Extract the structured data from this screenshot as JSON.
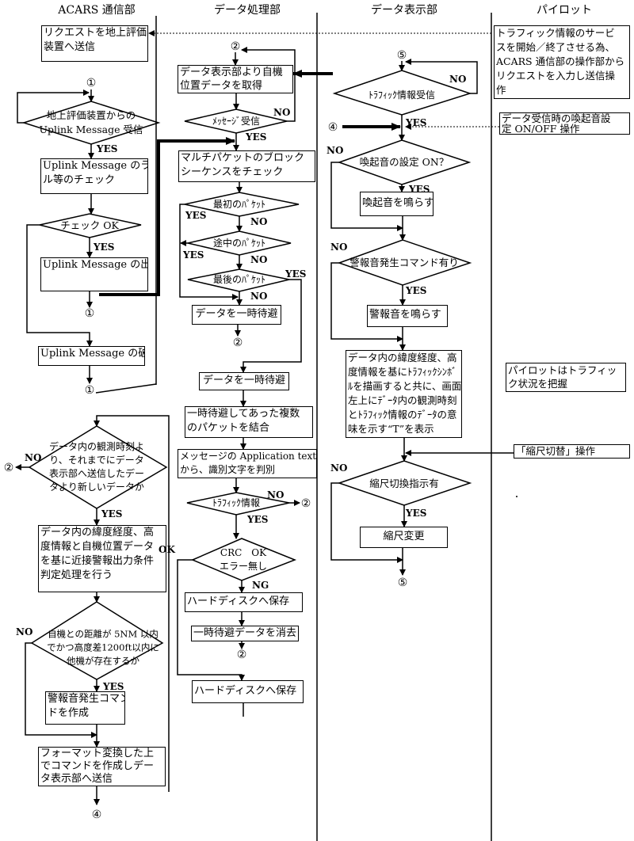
{
  "headers": {
    "acars": "ACARS 通信部",
    "processing": "データ処理部",
    "display": "データ表示部",
    "pilot": "パイロット"
  },
  "acars": {
    "request_box": "リクエストを地上評価\n装置へ送信",
    "c1_top": "①",
    "recv_decision": "地上評価装置からの\nUplink Message 受信",
    "recv_yes": "YES",
    "label_check_box": "Uplink Message のラベ\nル等のチェック",
    "check_ok_decision": "チェック OK",
    "check_yes": "YES",
    "output_box": "Uplink Message の出力",
    "c1_mid": "①",
    "discard_box": "Uplink Message の破棄",
    "c1_bottom": "①",
    "newer_decision": "データ内の観測時刻よ\nり、それまでにデータ\n表示部へ送信したデー\nタより新しいデータか",
    "newer_no": "NO",
    "newer_no_target": "②",
    "newer_yes": "YES",
    "proximity_box": "データ内の緯度経度、高\n度情報と自機位置データ\nを基に近接警報出力条件\n判定処理を行う",
    "distance_no": "NO",
    "distance_decision": "自機との距離が 5NM 以内\nでかつ高度差1200ft以内に\n他機が存在するか",
    "distance_yes": "YES",
    "alarm_cmd_box": "警報音発生コマン\nドを作成",
    "format_send_box": "フォーマット変換した上\nでコマンドを作成しデー\nタ表示部へ送信",
    "c4_bottom": "④"
  },
  "processing": {
    "c2_top": "②",
    "get_position_box": "データ表示部より自機\n位置データを取得",
    "msg_recv_decision": "ﾒｯｾｰｼﾞ受信",
    "msg_recv_no": "NO",
    "msg_recv_yes": "YES",
    "block_seq_box": "マルチパケットのブロック\nシーケンスをチェック",
    "first_packet_decision": "最初のﾊﾟｹｯﾄ",
    "first_yes": "YES",
    "first_no": "NO",
    "middle_packet_decision": "途中のﾊﾟｹｯﾄ",
    "middle_yes": "YES",
    "middle_no": "NO",
    "last_packet_decision": "最後のﾊﾟｹｯﾄ",
    "last_yes": "YES",
    "last_no": "NO",
    "temp_save_box_1": "データを一時待避",
    "c2_mid": "②",
    "temp_save_box_2": "データを一時待避",
    "combine_box": "一時待避してあった複数\nのパケットを結合",
    "identify_box": "メッセージの Application text\nから、識別文字を判別",
    "traffic_decision": "ﾄﾗﾌｨｯｸ情報",
    "traffic_no": "NO",
    "traffic_no_target": "②",
    "traffic_yes": "YES",
    "crc_decision": "CRC　OK\nエラー無し",
    "crc_ok": "OK",
    "crc_ng": "NG",
    "hdd_save_box_1": "ハードディスクへ保存",
    "erase_temp_box": "一時待避データを消去",
    "c2_bottom": "②",
    "hdd_save_box_2": "ハードディスクへ保存"
  },
  "display": {
    "c5_top": "⑤",
    "traffic_recv_decision": "ﾄﾗﾌｨｯｸ情報受信",
    "traffic_recv_no": "NO",
    "traffic_recv_yes": "YES",
    "c4_in": "④",
    "wake_setting_decision": "喚起音の設定 ON？",
    "wake_no": "NO",
    "wake_yes": "YES",
    "wake_sound_box": "喚起音を鳴らす",
    "alarm_cmd_decision": "警報音発生コマンド有り",
    "alarm_no": "NO",
    "alarm_yes": "YES",
    "alarm_sound_box": "警報音を鳴らす",
    "draw_symbol_box": "データ内の緯度経度、高\n度情報を基にﾄﾗﾌｨｯｸｼﾝﾎﾞ\nﾙを描画すると共に、画面\n左上にﾃﾞｰﾀ内の観測時刻\nとﾄﾗﾌｨｯｸ情報のﾃﾞｰﾀの意\n味を示す“T”を表示",
    "scale_decision": "縮尺切換指示有",
    "scale_no": "NO",
    "scale_yes": "YES",
    "scale_change_box": "縮尺変更",
    "c5_bottom": "⑤"
  },
  "pilot": {
    "service_request_box": "トラフィック情報のサービ\nスを開始／終了させる為、\nACARS 通信部の操作部から\nリクエストを入力し送信操\n作",
    "wake_toggle_box": "データ受信時の喚起音設\n定 ON/OFF 操作",
    "grasp_traffic_box": "パイロットはトラフィッ\nク状況を把握",
    "scale_switch_box": "「縮尺切替」操作"
  }
}
